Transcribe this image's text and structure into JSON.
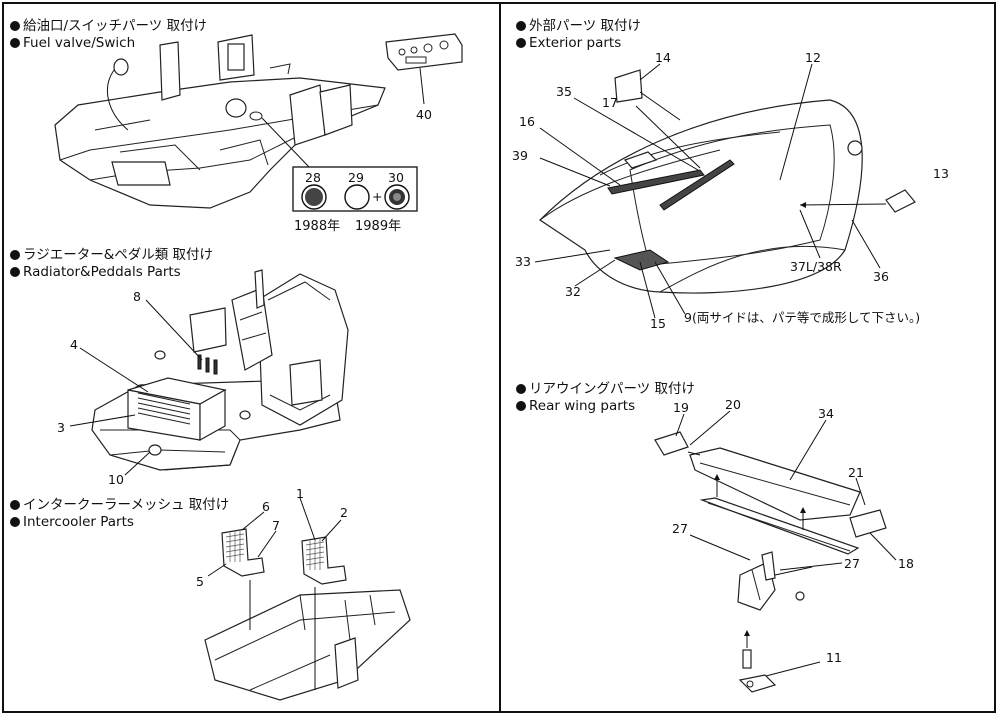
{
  "sections": {
    "fuel": {
      "jp": "給油口/スイッチパーツ 取付け",
      "en": "Fuel valve/Swich"
    },
    "radiator": {
      "jp": "ラジエーター&ペダル類 取付け",
      "en": "Radiator&Peddals Parts"
    },
    "intercooler": {
      "jp": "インタークーラーメッシュ 取付け",
      "en": "Intercooler Parts"
    },
    "exterior": {
      "jp": "外部パーツ 取付け",
      "en": "Exterior parts"
    },
    "rearwing": {
      "jp": "リアウイングパーツ 取付け",
      "en": "Rear wing parts"
    }
  },
  "callouts": {
    "n40": "40",
    "n28": "28",
    "n29": "29",
    "n30": "30",
    "plus": "+",
    "y1988": "1988年",
    "y1989": "1989年",
    "n8": "8",
    "n4": "4",
    "n3": "3",
    "n10": "10",
    "n6": "6",
    "n7": "7",
    "n5": "5",
    "n1": "1",
    "n2": "2",
    "n14": "14",
    "n12": "12",
    "n35": "35",
    "n17": "17",
    "n16": "16",
    "n39": "39",
    "n13": "13",
    "n33": "33",
    "n32": "32",
    "n15": "15",
    "n9": "9(両サイドは、パテ等で成形して下さい。)",
    "n37": "37L/38R",
    "n36": "36",
    "n19": "19",
    "n20": "20",
    "n34": "34",
    "n21": "21",
    "n18": "18",
    "n27a": "27",
    "n27b": "27",
    "n11": "11"
  }
}
